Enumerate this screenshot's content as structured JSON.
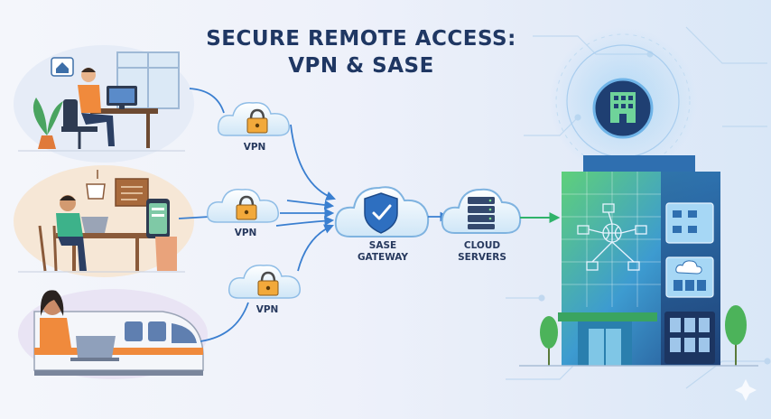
{
  "title": {
    "line1": "SECURE REMOTE ACCESS:",
    "line2": "VPN & SASE"
  },
  "vpn_nodes": [
    {
      "label": "VPN"
    },
    {
      "label": "VPN"
    },
    {
      "label": "VPN"
    }
  ],
  "gateway": {
    "line1": "SASE",
    "line2": "GATEWAY"
  },
  "cloud_servers": {
    "line1": "CLOUD",
    "line2": "SERVERS"
  },
  "icons": [
    "home-icon",
    "padlock-icon",
    "shield-check-icon",
    "server-rack-icon",
    "office-building-icon",
    "cloud-icon"
  ],
  "colors": {
    "title": "#1f3763",
    "accent_blue": "#3a8fd6",
    "building_green": "#4fbf6a",
    "building_blue": "#2f6fb0"
  }
}
